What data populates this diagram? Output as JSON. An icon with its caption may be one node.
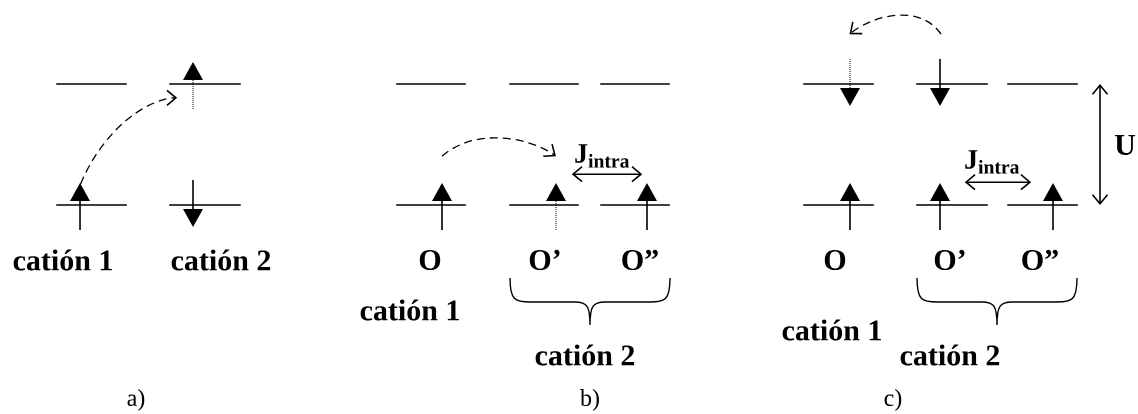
{
  "diagram": {
    "nodes": [
      {
        "text": [],
        "shape": "bar"
      },
      {
        "text": [],
        "shape": "bar"
      },
      {
        "text": [],
        "shape": "bar"
      },
      {
        "text": [],
        "shape": "bar"
      },
      {
        "text": [],
        "shape": "bar"
      },
      {
        "text": [],
        "shape": "bar"
      },
      {
        "text": [],
        "shape": "bar"
      },
      {
        "text": [],
        "shape": "bar"
      },
      {
        "text": [],
        "shape": "bar"
      },
      {
        "text": [],
        "shape": "bar"
      },
      {
        "text": [],
        "shape": "bar"
      },
      {
        "text": [],
        "shape": "bar"
      },
      {
        "text": [],
        "shape": "bar"
      },
      {
        "text": [],
        "shape": "bar"
      },
      {
        "text": [],
        "shape": "bar"
      },
      {
        "text": [],
        "shape": "bar"
      }
    ],
    "edges": [
      {
        "from": 2,
        "to": 1,
        "arrow": "to",
        "style": "dashed"
      },
      {
        "from": 7,
        "to": 8,
        "arrow": "to",
        "style": "dashed"
      },
      {
        "from": 8,
        "to": 9,
        "arrow": "both",
        "label": "J$_{intra}$"
      },
      {
        "from": 11,
        "to": 10,
        "arrow": "to",
        "style": "dashed"
      },
      {
        "from": 14,
        "to": 15,
        "arrow": "both",
        "label": "J$_{intra}$"
      }
    ],
    "labels": [
      "catión 1",
      "catión 2",
      "a)",
      "O",
      "O’",
      "O”",
      "catión 1",
      "catión 2",
      "b)",
      "U",
      "O",
      "O’",
      "O”",
      "catión 1",
      "catión 2",
      "c)"
    ]
  }
}
